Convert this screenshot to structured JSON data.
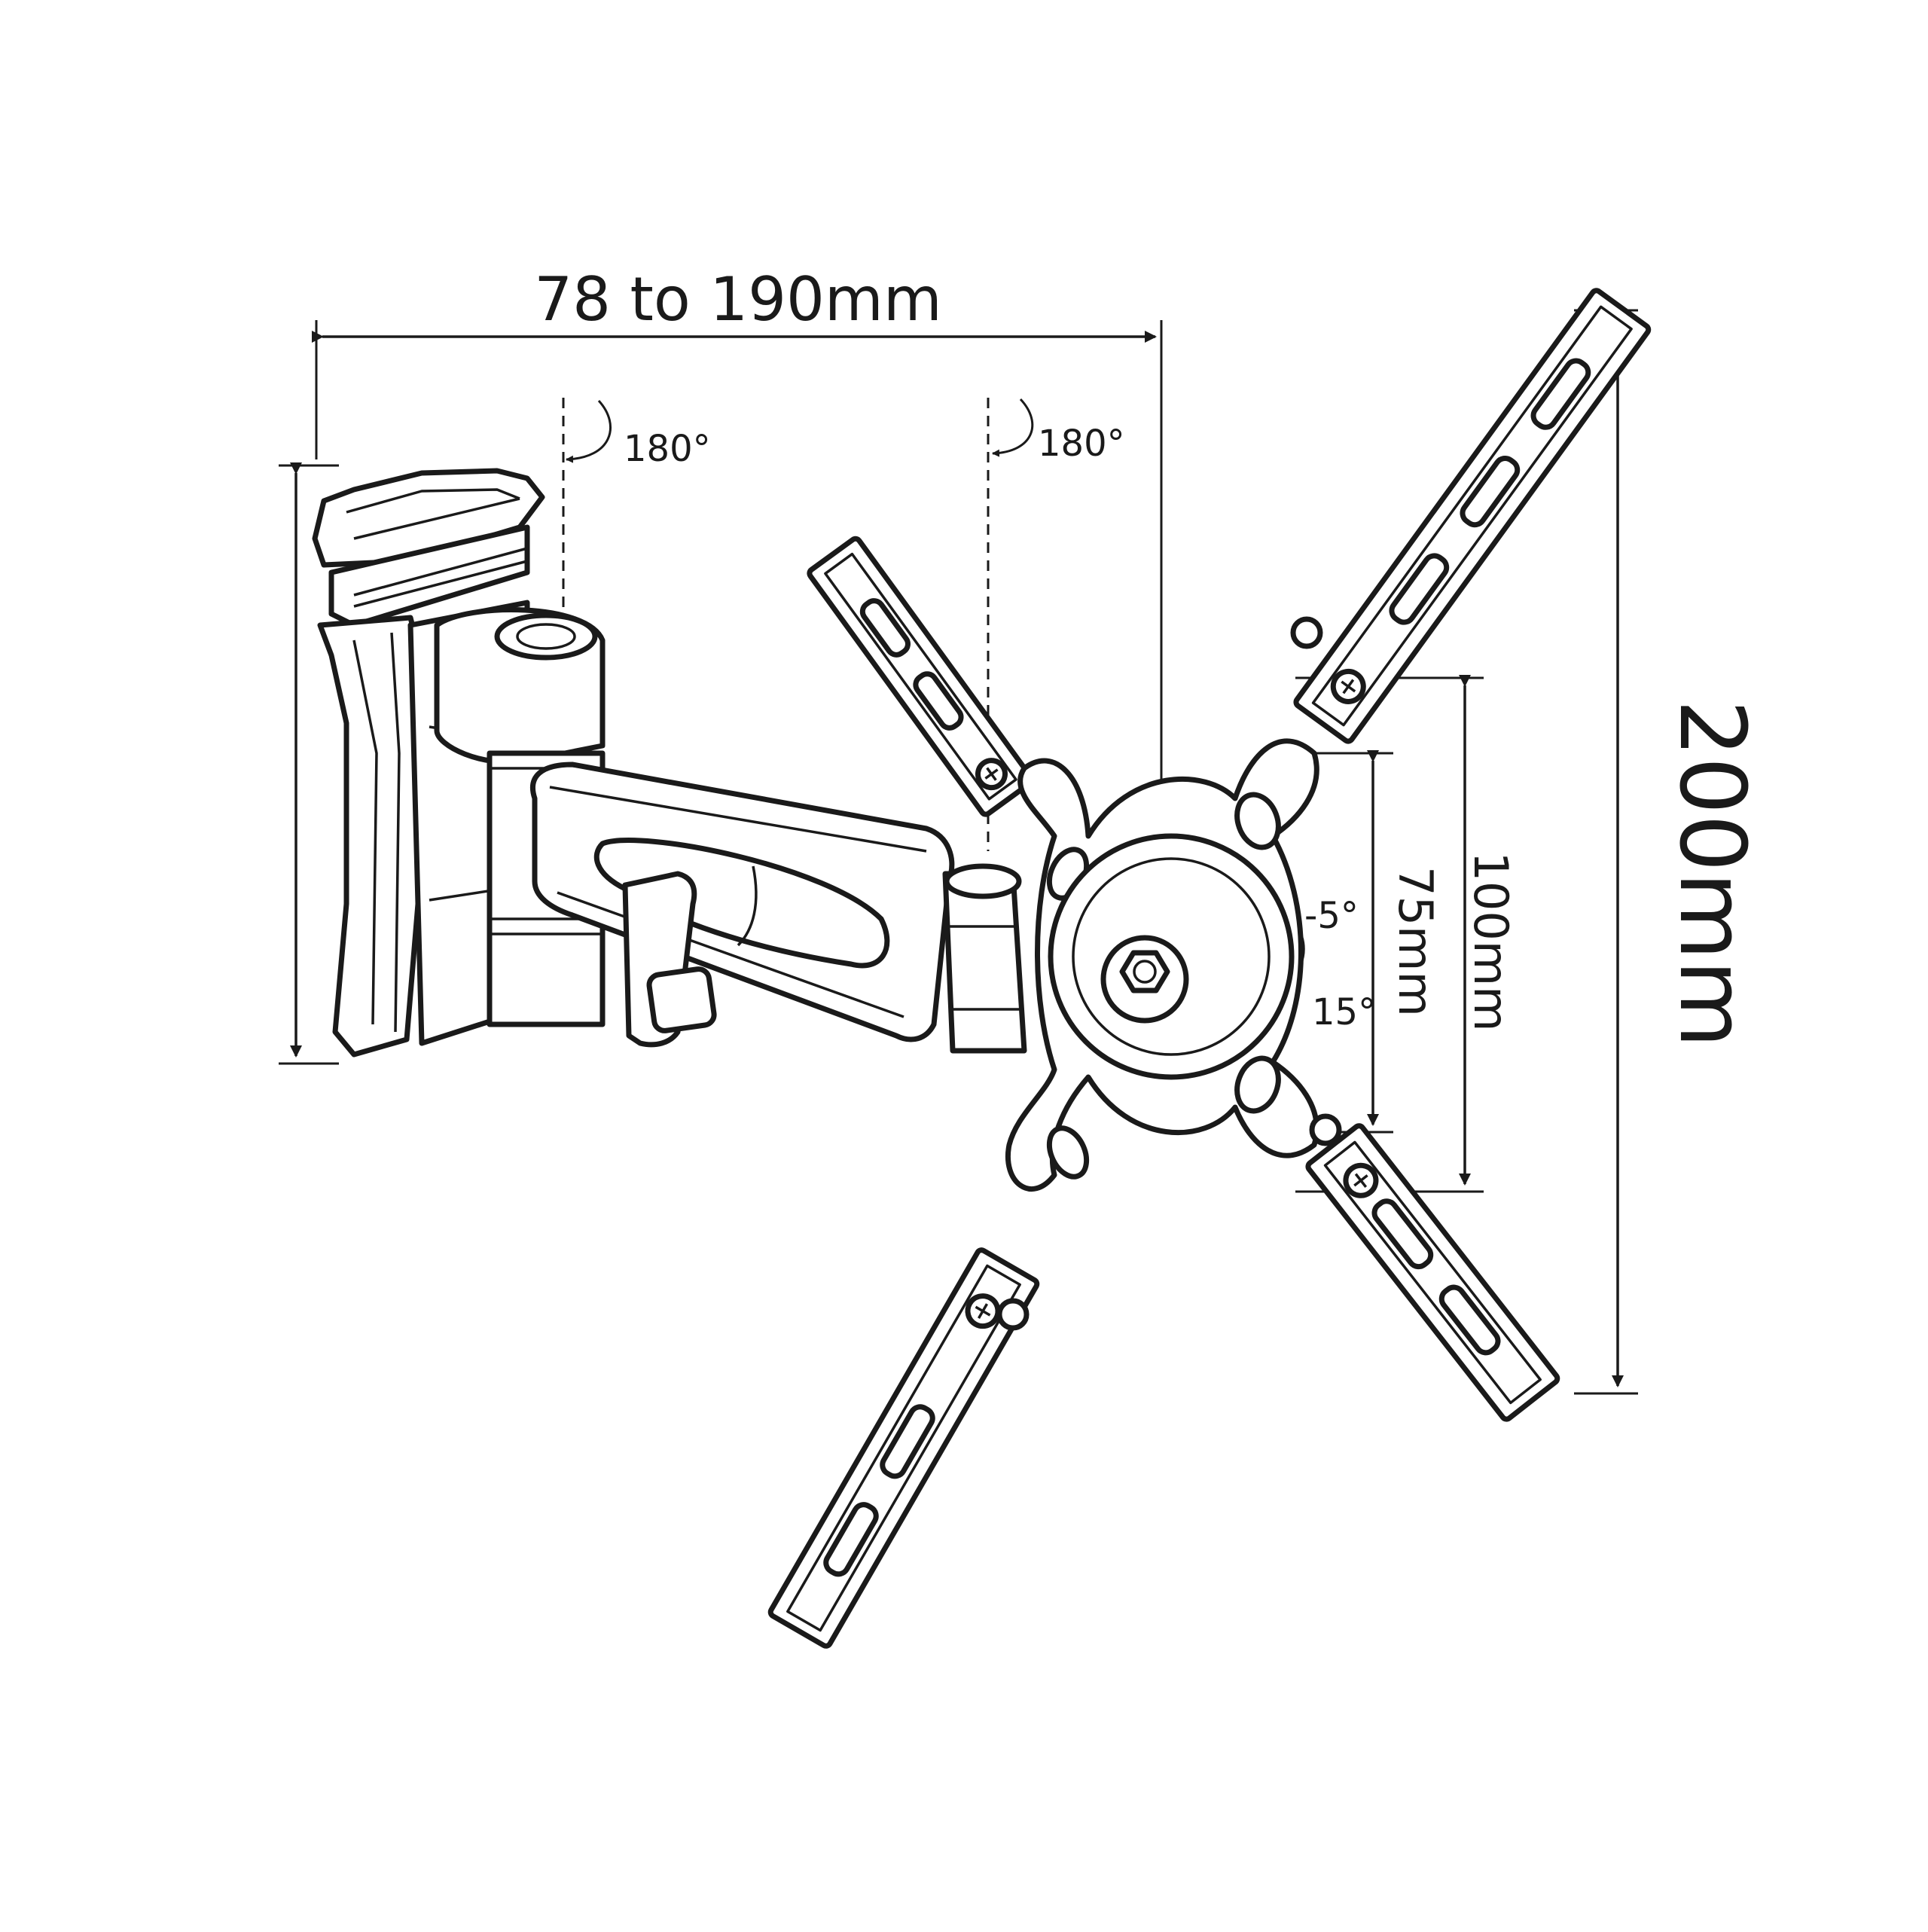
{
  "dimensions": {
    "arm_extension": "78 to 190mm",
    "rotation_wall_joint": "180°",
    "rotation_middle_joint": "180°",
    "tilt_up": "-5°",
    "tilt_down": "15°",
    "vesa_small": "75mm",
    "vesa_large": "100mm",
    "max_span": "200mm"
  }
}
